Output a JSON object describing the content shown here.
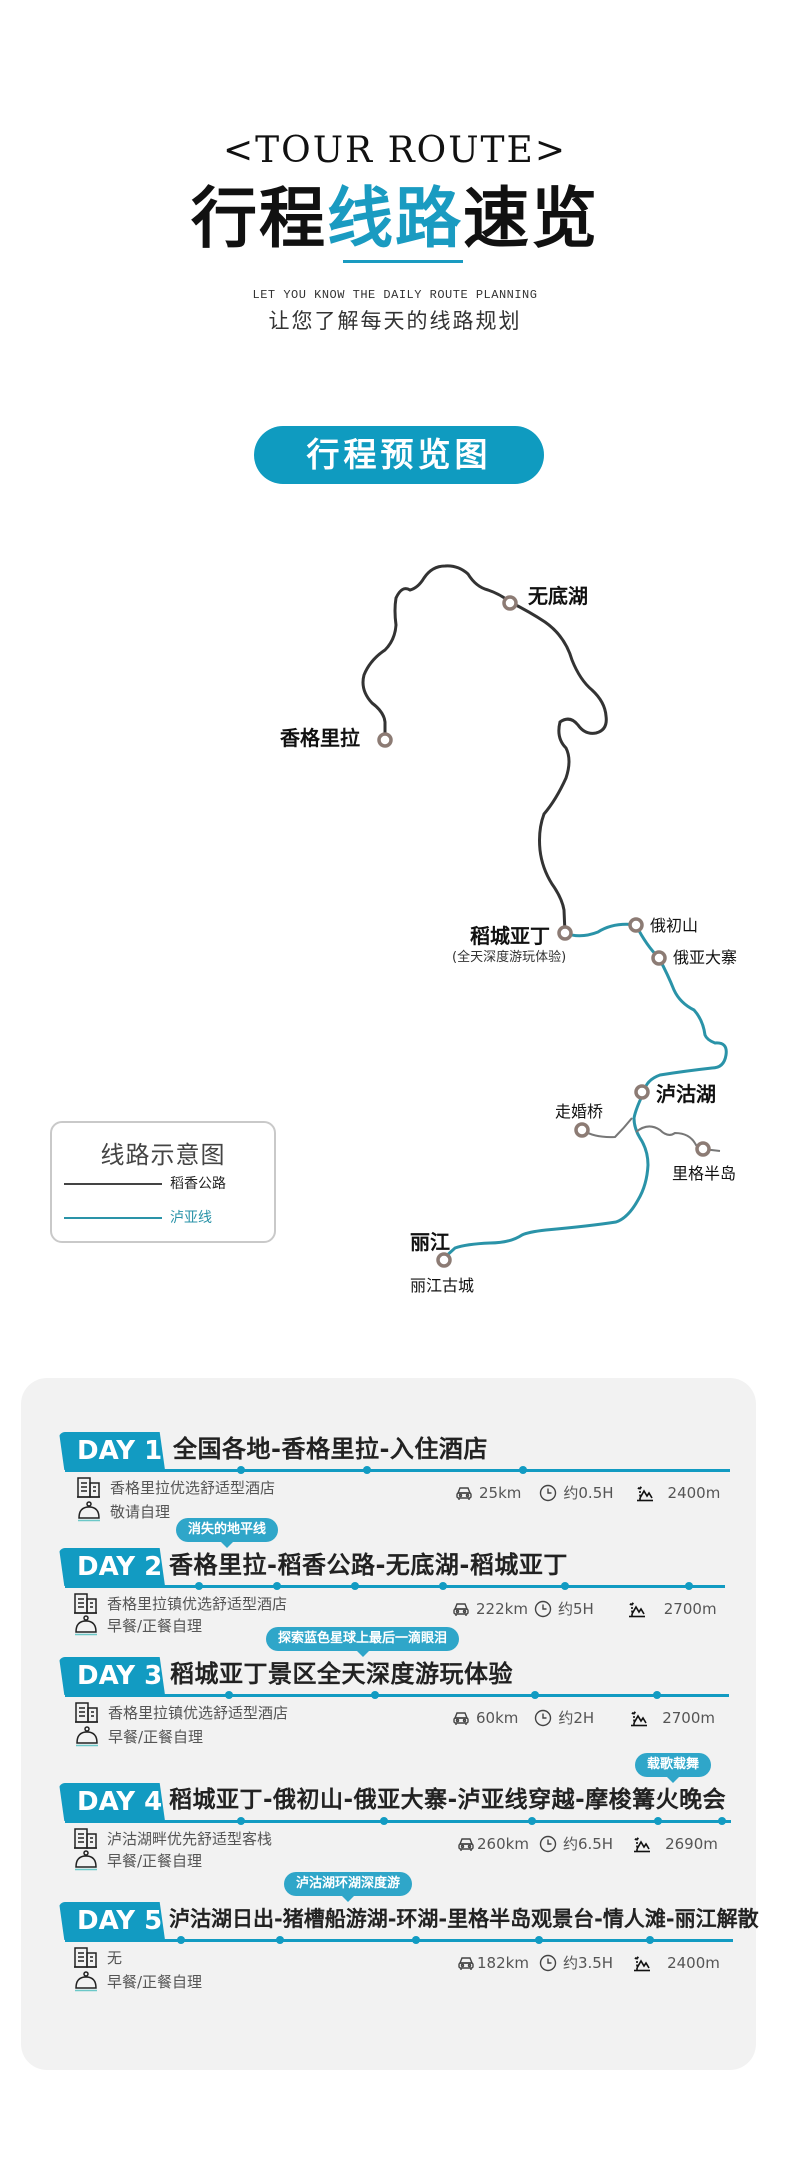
{
  "header": {
    "tour_route": "<TOUR ROUTE>",
    "title_part1": "行程",
    "title_accent": "线路",
    "title_part2": "速览",
    "subtitle_en": "LET YOU KNOW THE DAILY ROUTE PLANNING",
    "subtitle_cn": "让您了解每天的线路规划"
  },
  "overview_button": "行程预览图",
  "colors": {
    "accent": "#129bc2",
    "route_daoxiang": "#333333",
    "route_luya": "#2a93a8",
    "node": "#8c7b74",
    "card_bg": "#f2f2f2"
  },
  "map": {
    "nodes": {
      "shangri_la": "香格里拉",
      "wudi_lake": "无底湖",
      "daocheng_yading": "稻城亚丁",
      "daocheng_note": "(全天深度游玩体验)",
      "echu_mountain": "俄初山",
      "eya_village": "俄亚大寨",
      "lugu_lake": "泸沽湖",
      "zouhun_bridge": "走婚桥",
      "lige_peninsula": "里格半岛",
      "lijiang": "丽江",
      "lijiang_old_town": "丽江古城"
    },
    "legend": {
      "title": "线路示意图",
      "items": [
        {
          "label": "稻香公路",
          "color": "#333333"
        },
        {
          "label": "泸亚线",
          "color": "#2a93a8"
        }
      ]
    }
  },
  "days": [
    {
      "badge": "DAY 1",
      "title": "全国各地-香格里拉-入住酒店",
      "tag": "",
      "hotel": "香格里拉优选舒适型酒店",
      "meals": "敬请自理",
      "distance": "25km",
      "duration": "约0.5H",
      "altitude": "2400m"
    },
    {
      "badge": "DAY 2",
      "title": "香格里拉-稻香公路-无底湖-稻城亚丁",
      "tag": "消失的地平线",
      "hotel": "香格里拉镇优选舒适型酒店",
      "meals": "早餐/正餐自理",
      "distance": "222km",
      "duration": "约5H",
      "altitude": "2700m"
    },
    {
      "badge": "DAY 3",
      "title": "稻城亚丁景区全天深度游玩体验",
      "tag": "探索蓝色星球上最后一滴眼泪",
      "hotel": "香格里拉镇优选舒适型酒店",
      "meals": "早餐/正餐自理",
      "distance": "60km",
      "duration": "约2H",
      "altitude": "2700m"
    },
    {
      "badge": "DAY 4",
      "title": "稻城亚丁-俄初山-俄亚大寨-泸亚线穿越-摩梭篝火晚会",
      "tag": "载歌载舞",
      "hotel": "泸沽湖畔优先舒适型客栈",
      "meals": "早餐/正餐自理",
      "distance": "260km",
      "duration": "约6.5H",
      "altitude": "2690m"
    },
    {
      "badge": "DAY 5",
      "title": "泸沽湖日出-猪槽船游湖-环湖-里格半岛观景台-情人滩-丽江解散",
      "tag": "泸沽湖环湖深度游",
      "hotel": "无",
      "meals": "早餐/正餐自理",
      "distance": "182km",
      "duration": "约3.5H",
      "altitude": "2400m"
    }
  ]
}
